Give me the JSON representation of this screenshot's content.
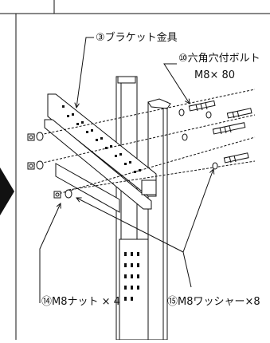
{
  "labels": {
    "bracket": "③ブラケット金具",
    "bolt_name": "⑩六角穴付ボルト",
    "bolt_size": "M8× 80",
    "washer": "⑮M8ワッシャー×8",
    "nut": "⑭M8ナット × 4"
  }
}
